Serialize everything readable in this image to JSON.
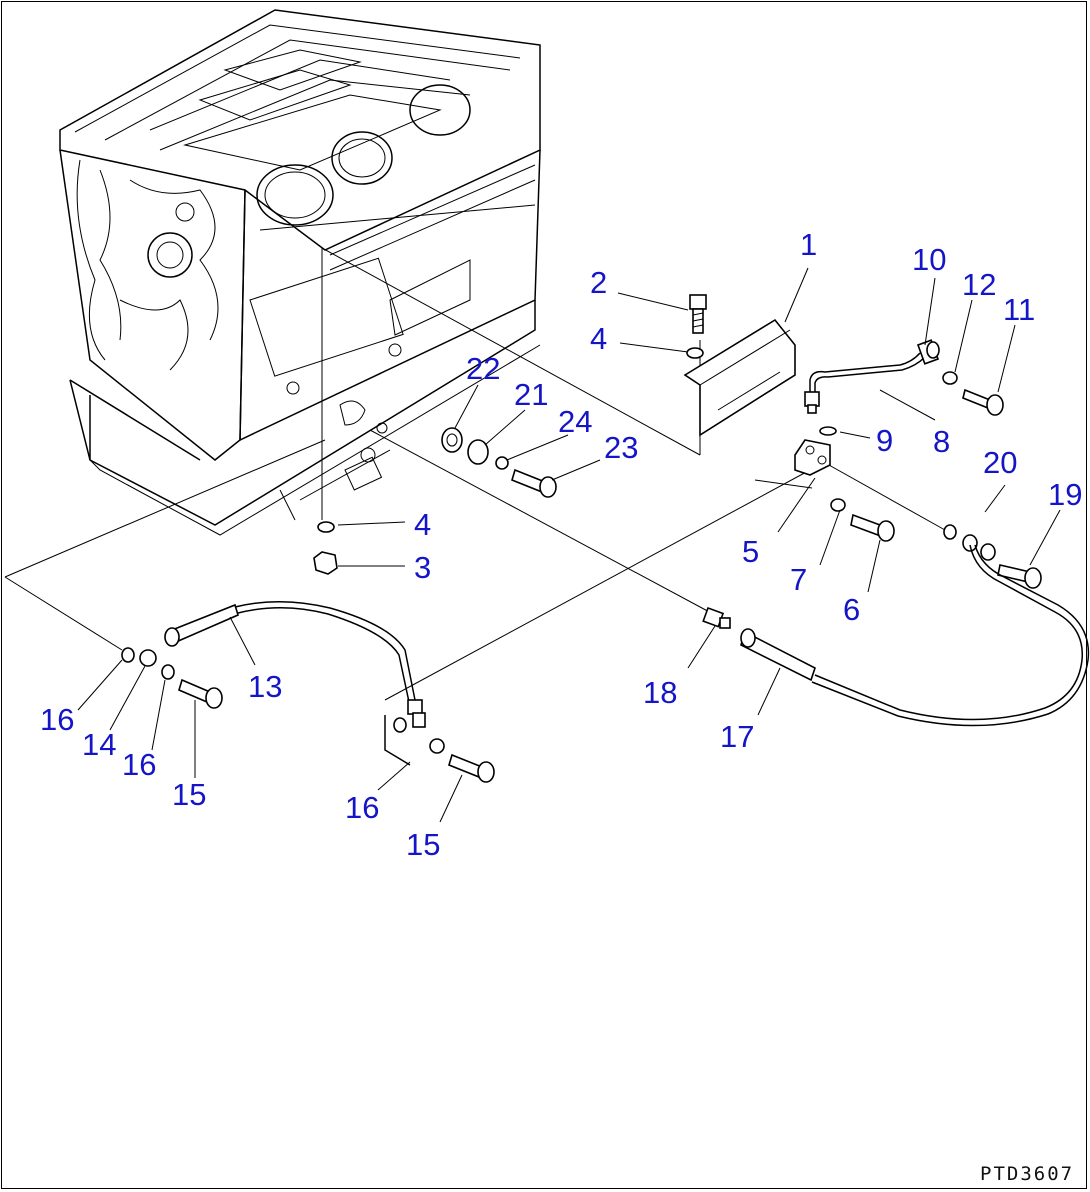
{
  "drawing_code": "PTD3607",
  "callouts": [
    {
      "id": "c1",
      "text": "1"
    },
    {
      "id": "c2",
      "text": "2"
    },
    {
      "id": "c4a",
      "text": "4"
    },
    {
      "id": "c10",
      "text": "10"
    },
    {
      "id": "c12",
      "text": "12"
    },
    {
      "id": "c11",
      "text": "11"
    },
    {
      "id": "c22",
      "text": "22"
    },
    {
      "id": "c21",
      "text": "21"
    },
    {
      "id": "c24",
      "text": "24"
    },
    {
      "id": "c23",
      "text": "23"
    },
    {
      "id": "c9",
      "text": "9"
    },
    {
      "id": "c8",
      "text": "8"
    },
    {
      "id": "c20",
      "text": "20"
    },
    {
      "id": "c19",
      "text": "19"
    },
    {
      "id": "c4b",
      "text": "4"
    },
    {
      "id": "c3",
      "text": "3"
    },
    {
      "id": "c5",
      "text": "5"
    },
    {
      "id": "c7",
      "text": "7"
    },
    {
      "id": "c6",
      "text": "6"
    },
    {
      "id": "c13",
      "text": "13"
    },
    {
      "id": "c16a",
      "text": "16"
    },
    {
      "id": "c14",
      "text": "14"
    },
    {
      "id": "c16b",
      "text": "16"
    },
    {
      "id": "c15a",
      "text": "15"
    },
    {
      "id": "c18",
      "text": "18"
    },
    {
      "id": "c17",
      "text": "17"
    },
    {
      "id": "c16c",
      "text": "16"
    },
    {
      "id": "c15b",
      "text": "15"
    }
  ]
}
